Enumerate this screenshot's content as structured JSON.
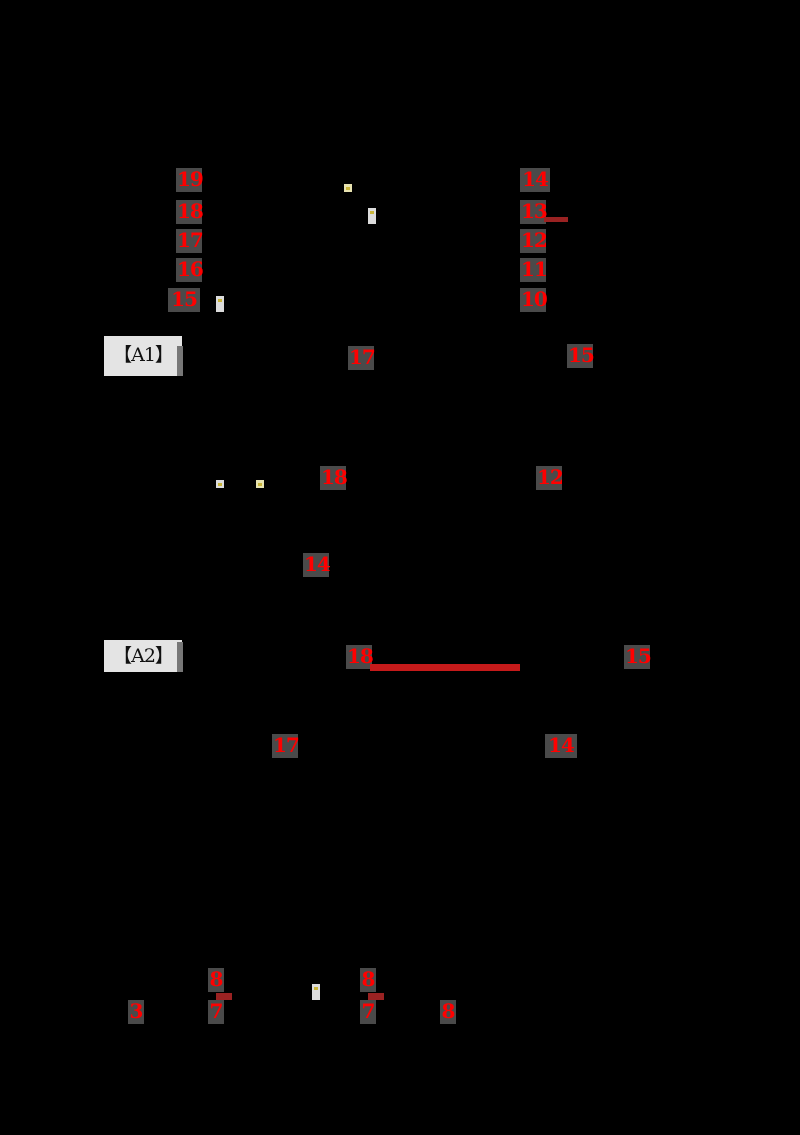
{
  "page": {
    "background": "#000000",
    "accent_color": "#ff0000",
    "badge_background": "#4a4a4a",
    "underline_color": "#c51a1a"
  },
  "left_column_numbers": [
    "19",
    "18",
    "17",
    "16",
    "15"
  ],
  "right_column_numbers": [
    "14",
    "13",
    "12",
    "11",
    "10"
  ],
  "section_a1": {
    "label": "【A1】",
    "numbers": {
      "row1_left": "17",
      "row1_right": "15",
      "row2_left": "18",
      "row2_right": "12",
      "row3_center": "14"
    }
  },
  "section_a2": {
    "label": "【A2】",
    "numbers": {
      "row1_left": "18",
      "row1_right": "15",
      "row2_left": "17",
      "row2_right": "14"
    }
  },
  "bottom_numbers": {
    "top_left": "8",
    "top_right": "8",
    "bottom_far_left": "3",
    "bottom_left": "7",
    "bottom_right": "7",
    "bottom_far_right": "8"
  }
}
